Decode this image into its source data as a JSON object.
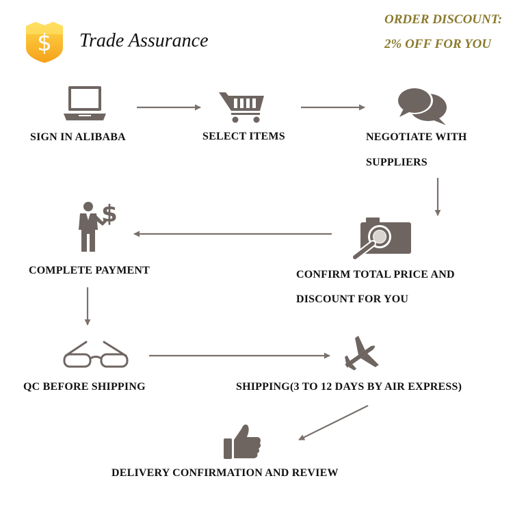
{
  "header": {
    "title": "Trade Assurance",
    "logo_icon": "shield-dollar-icon",
    "logo_symbol": "$",
    "promo_line1": "ORDER DISCOUNT:",
    "promo_line2": "2% OFF FOR YOU"
  },
  "colors": {
    "icon": "#6e6561",
    "arrow": "#7a716c",
    "promo": "#8a7a2c",
    "shield_top": "#ffd84a",
    "shield_bottom": "#f5a11a",
    "text": "#111111"
  },
  "steps": [
    {
      "id": "sign-in",
      "icon": "laptop-icon",
      "line1": "SIGN IN ALIBABA"
    },
    {
      "id": "select-items",
      "icon": "shopping-cart-icon",
      "line1": "SELECT ITEMS"
    },
    {
      "id": "negotiate",
      "icon": "chat-bubbles-icon",
      "line1": "NEGOTIATE WITH",
      "line2": "SUPPLIERS"
    },
    {
      "id": "confirm-price",
      "icon": "magnifier-camera-icon",
      "line1": "CONFIRM TOTAL PRICE AND",
      "line2": "DISCOUNT FOR YOU"
    },
    {
      "id": "complete-payment",
      "icon": "businessman-dollar-icon",
      "line1": "COMPLETE PAYMENT"
    },
    {
      "id": "qc",
      "icon": "glasses-icon",
      "line1": "QC BEFORE SHIPPING"
    },
    {
      "id": "shipping",
      "icon": "airplane-icon",
      "line1": "SHIPPING(3 TO 12 DAYS BY AIR EXPRESS)"
    },
    {
      "id": "delivery",
      "icon": "thumbs-up-icon",
      "line1": "DELIVERY CONFIRMATION AND REVIEW"
    }
  ],
  "flow": [
    [
      "sign-in",
      "select-items"
    ],
    [
      "select-items",
      "negotiate"
    ],
    [
      "negotiate",
      "confirm-price"
    ],
    [
      "confirm-price",
      "complete-payment"
    ],
    [
      "complete-payment",
      "qc"
    ],
    [
      "qc",
      "shipping"
    ],
    [
      "shipping",
      "delivery"
    ]
  ]
}
